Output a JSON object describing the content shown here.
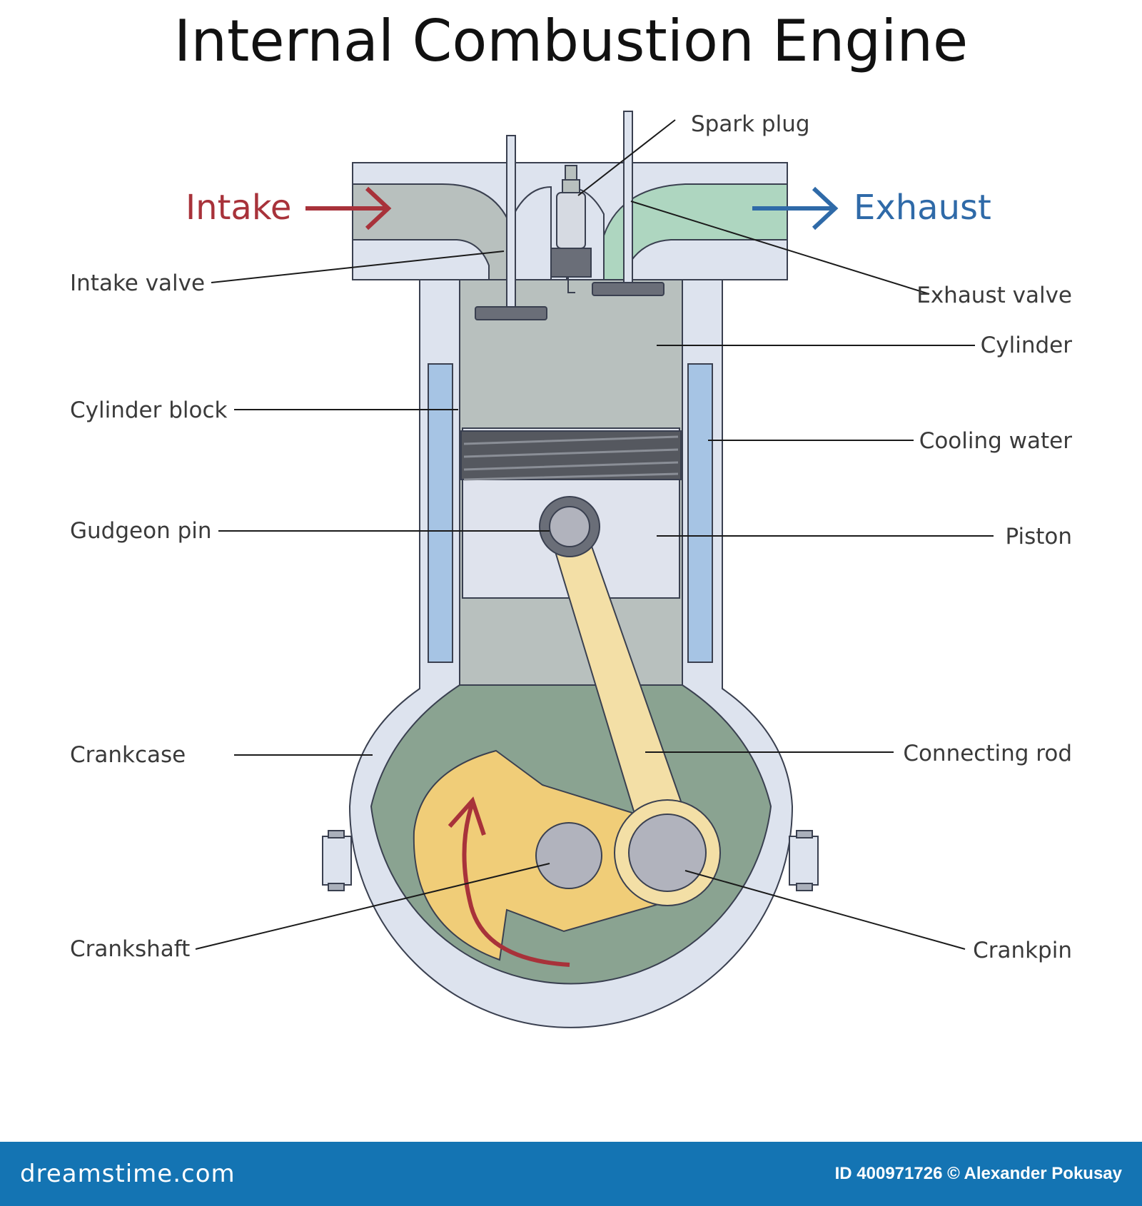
{
  "title": "Internal Combustion Engine",
  "flows": {
    "intake": "Intake",
    "exhaust": "Exhaust"
  },
  "labels": {
    "spark_plug": "Spark plug",
    "intake_valve": "Intake valve",
    "exhaust_valve": "Exhaust valve",
    "cylinder": "Cylinder",
    "cylinder_block": "Cylinder block",
    "cooling_water": "Cooling water",
    "gudgeon_pin": "Gudgeon pin",
    "piston": "Piston",
    "crankcase": "Crankcase",
    "connecting_rod": "Connecting rod",
    "crankshaft": "Crankshaft",
    "crankpin": "Crankpin"
  },
  "footer": {
    "brand": "dreamstime.com",
    "credit": "ID 400971726 © Alexander Pokusay"
  },
  "colors": {
    "intake": "#a8323a",
    "exhaust": "#2f6aa8",
    "footer_bg": "#1474b3",
    "casing": "#dde3ee",
    "chamber": "#b8c0be",
    "crankcase_oil": "#8aa391",
    "exhaust_gas": "#aed6c0",
    "cooling_water": "#a6c4e4",
    "connecting_rod": "#f3dfa6",
    "crank_web": "#f0cd78",
    "pin": "#b1b3bd"
  },
  "icons": [
    "intake-arrow-icon",
    "exhaust-arrow-icon",
    "rotation-arrow-icon"
  ]
}
